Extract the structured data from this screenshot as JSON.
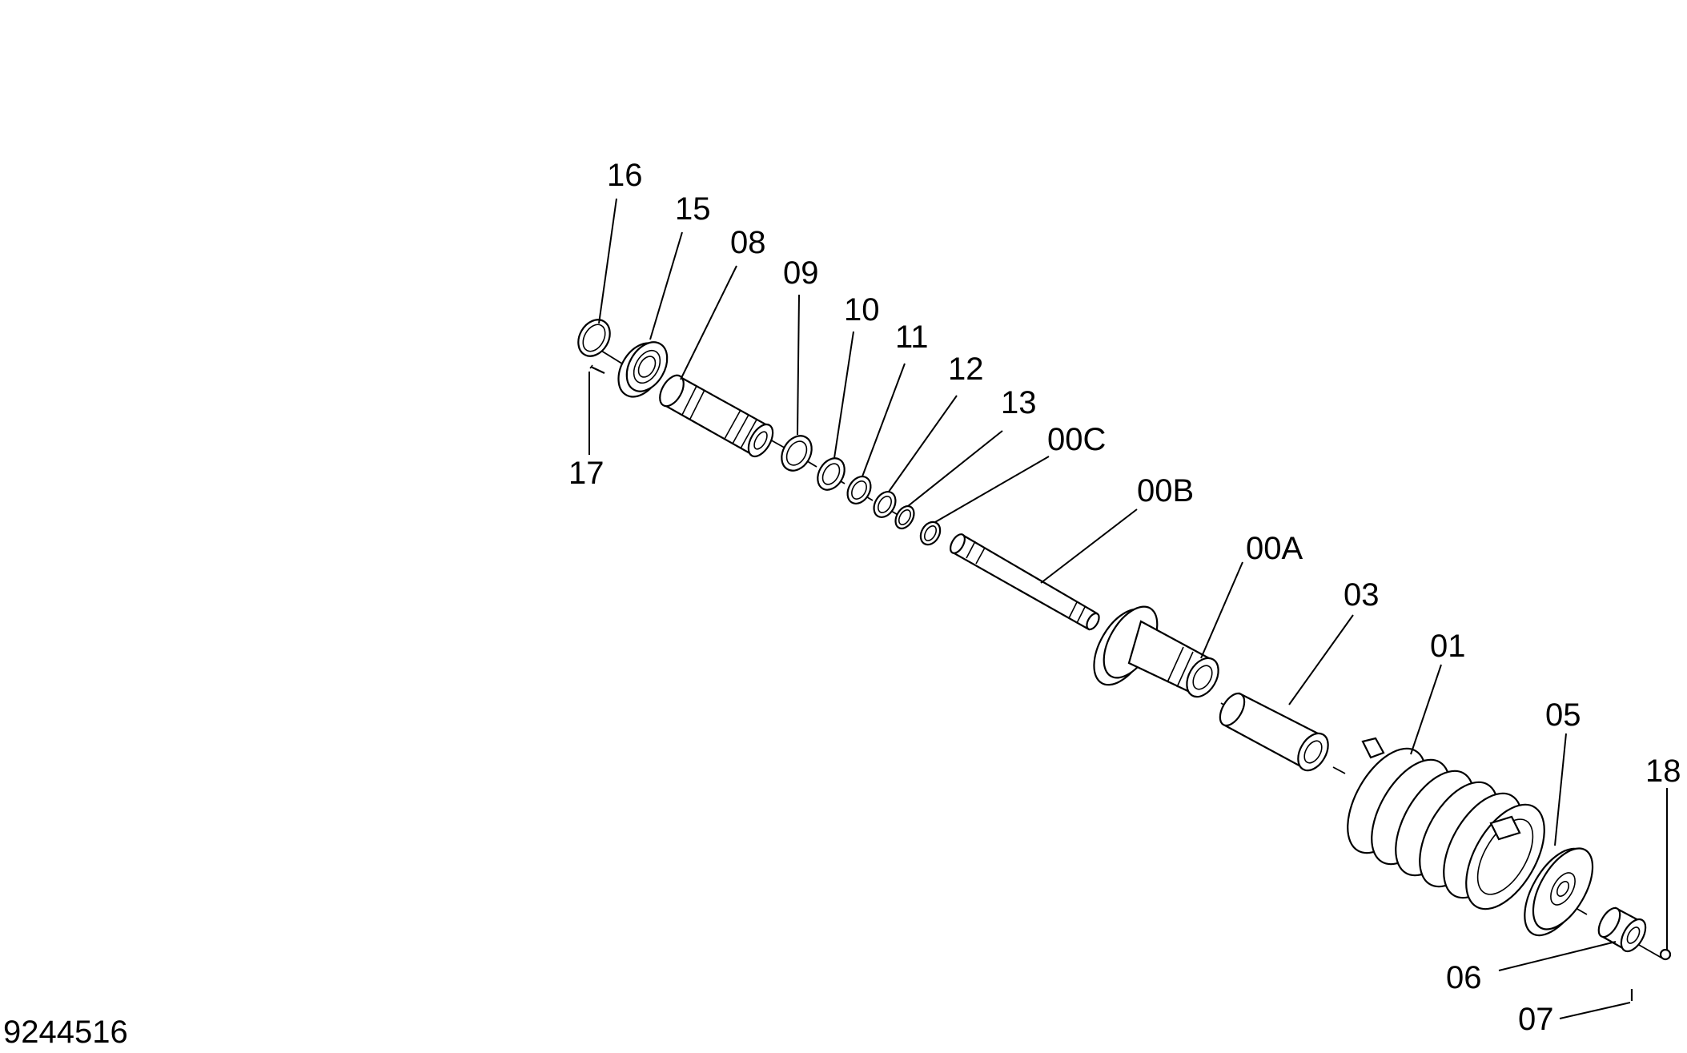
{
  "drawing_number": "9244516",
  "callouts": {
    "p16": "16",
    "p15": "15",
    "p08": "08",
    "p09": "09",
    "p10": "10",
    "p11": "11",
    "p12": "12",
    "p13": "13",
    "p00C": "00C",
    "p00B": "00B",
    "p00A": "00A",
    "p03": "03",
    "p01": "01",
    "p05": "05",
    "p18": "18",
    "p17": "17",
    "p06": "06",
    "p07": "07"
  }
}
